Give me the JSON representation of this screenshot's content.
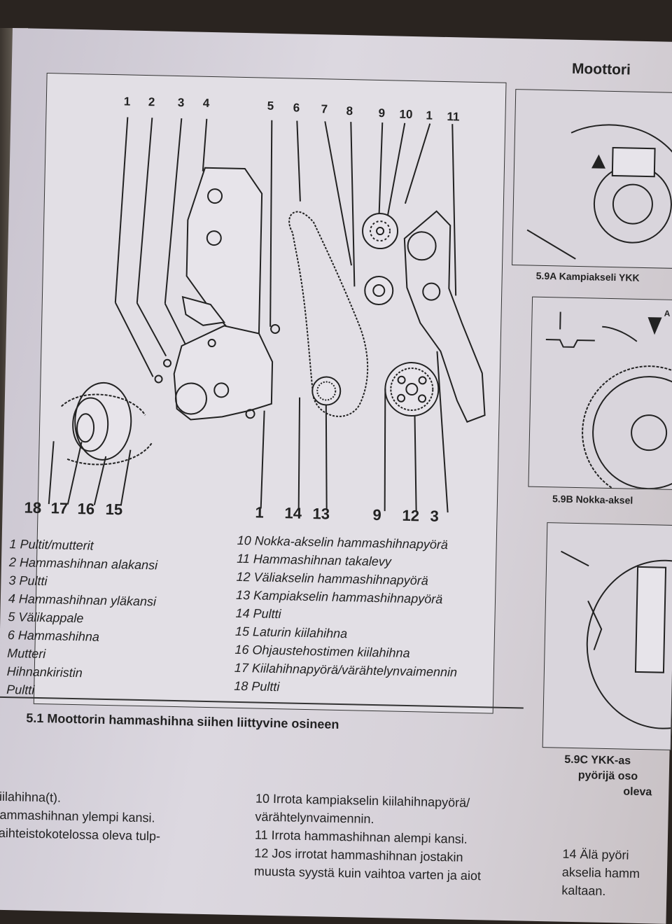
{
  "header": {
    "section": "Moottori"
  },
  "figure_main": {
    "top_numbers": [
      "1",
      "2",
      "3",
      "4",
      "5",
      "6",
      "7",
      "8",
      "9",
      "10",
      "1",
      "11"
    ],
    "bottom_left_numbers": [
      "18",
      "17",
      "16",
      "15"
    ],
    "bottom_right_numbers": [
      "1",
      "14",
      "13",
      "9",
      "12",
      "3"
    ],
    "legend_left": [
      "1  Pultit/mutterit",
      "2  Hammashihnan alakansi",
      "3  Pultti",
      "4  Hammashihnan yläkansi",
      "5  Välikappale",
      "6  Hammashihna",
      "Mutteri",
      "Hihnankiristin",
      "Pultti"
    ],
    "legend_right": [
      "10 Nokka-akselin hammashihnapyörä",
      "11 Hammashihnan takalevy",
      "12 Väliakselin hammashihnapyörä",
      "13 Kampiakselin hammashihnapyörä",
      "14 Pultti",
      "15 Laturin kiilahihna",
      "16 Ohjaustehostimen kiilahihna",
      "17 Kiilahihnapyörä/värähtelynvaimennin",
      "18 Pultti"
    ],
    "caption": "5.1 Moottorin hammashihna siihen liittyvine osineen"
  },
  "side_figures": [
    {
      "caption": "5.9A Kampiakseli YKK"
    },
    {
      "caption": "5.9B Nokka-aksel",
      "mark": "A"
    },
    {
      "caption": "5.9C YKK-as",
      "caption_line2": "pyörijä oso",
      "caption_line3": "oleva"
    }
  ],
  "body_left": [
    "a kiilahihna(t).",
    "a hammashihnan ylempi kansi.",
    "a vaihteistokotelossa oleva tulp-"
  ],
  "body_middle": [
    "10 Irrota kampiakselin kiilahihnapyörä/",
    "värähtelynvaimennin.",
    "11 Irrota hammashihnan alempi kansi.",
    "12 Jos irrotat hammashihnan jostakin",
    "muusta syystä kuin vaihtoa varten ja aiot"
  ],
  "body_right": [
    "14 Älä pyöri",
    "akselia hamm",
    "kaltaan."
  ]
}
